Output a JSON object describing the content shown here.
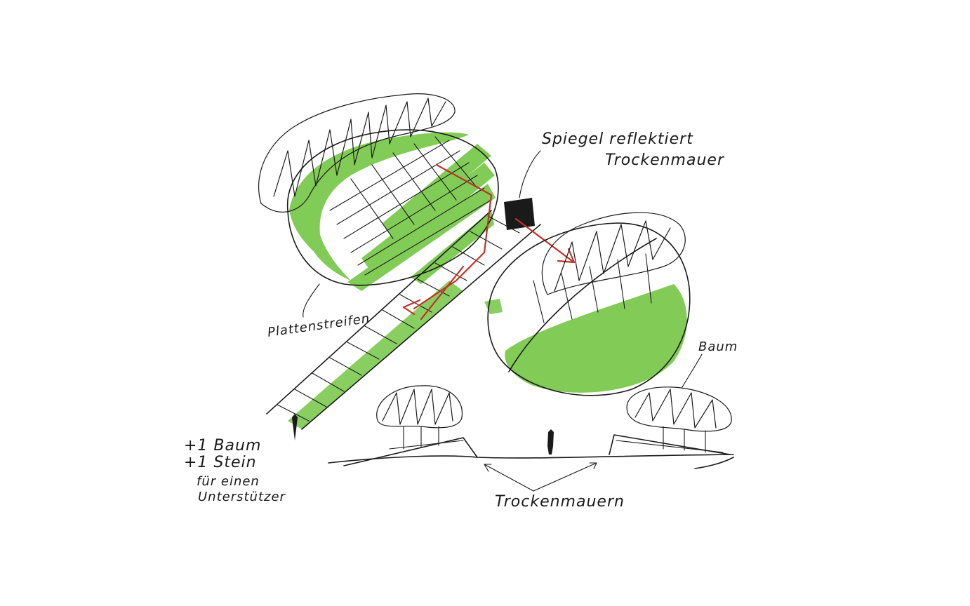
{
  "colors": {
    "ink": "#1a1a1a",
    "planting_green": "#6cc23a",
    "arrow_red": "#c0322a",
    "background": "#ffffff"
  },
  "annotations": {
    "mirror_line1": "Spiegel reflektiert",
    "mirror_line2": "Trockenmauer",
    "paving": "Plattenstreifen",
    "tree": "Baum",
    "note_line1": "+1 Baum",
    "note_line2": "+1 Stein",
    "note_line3": "für einen",
    "note_line4": "Unterstützer",
    "dry_walls": "Trockenmauern"
  }
}
